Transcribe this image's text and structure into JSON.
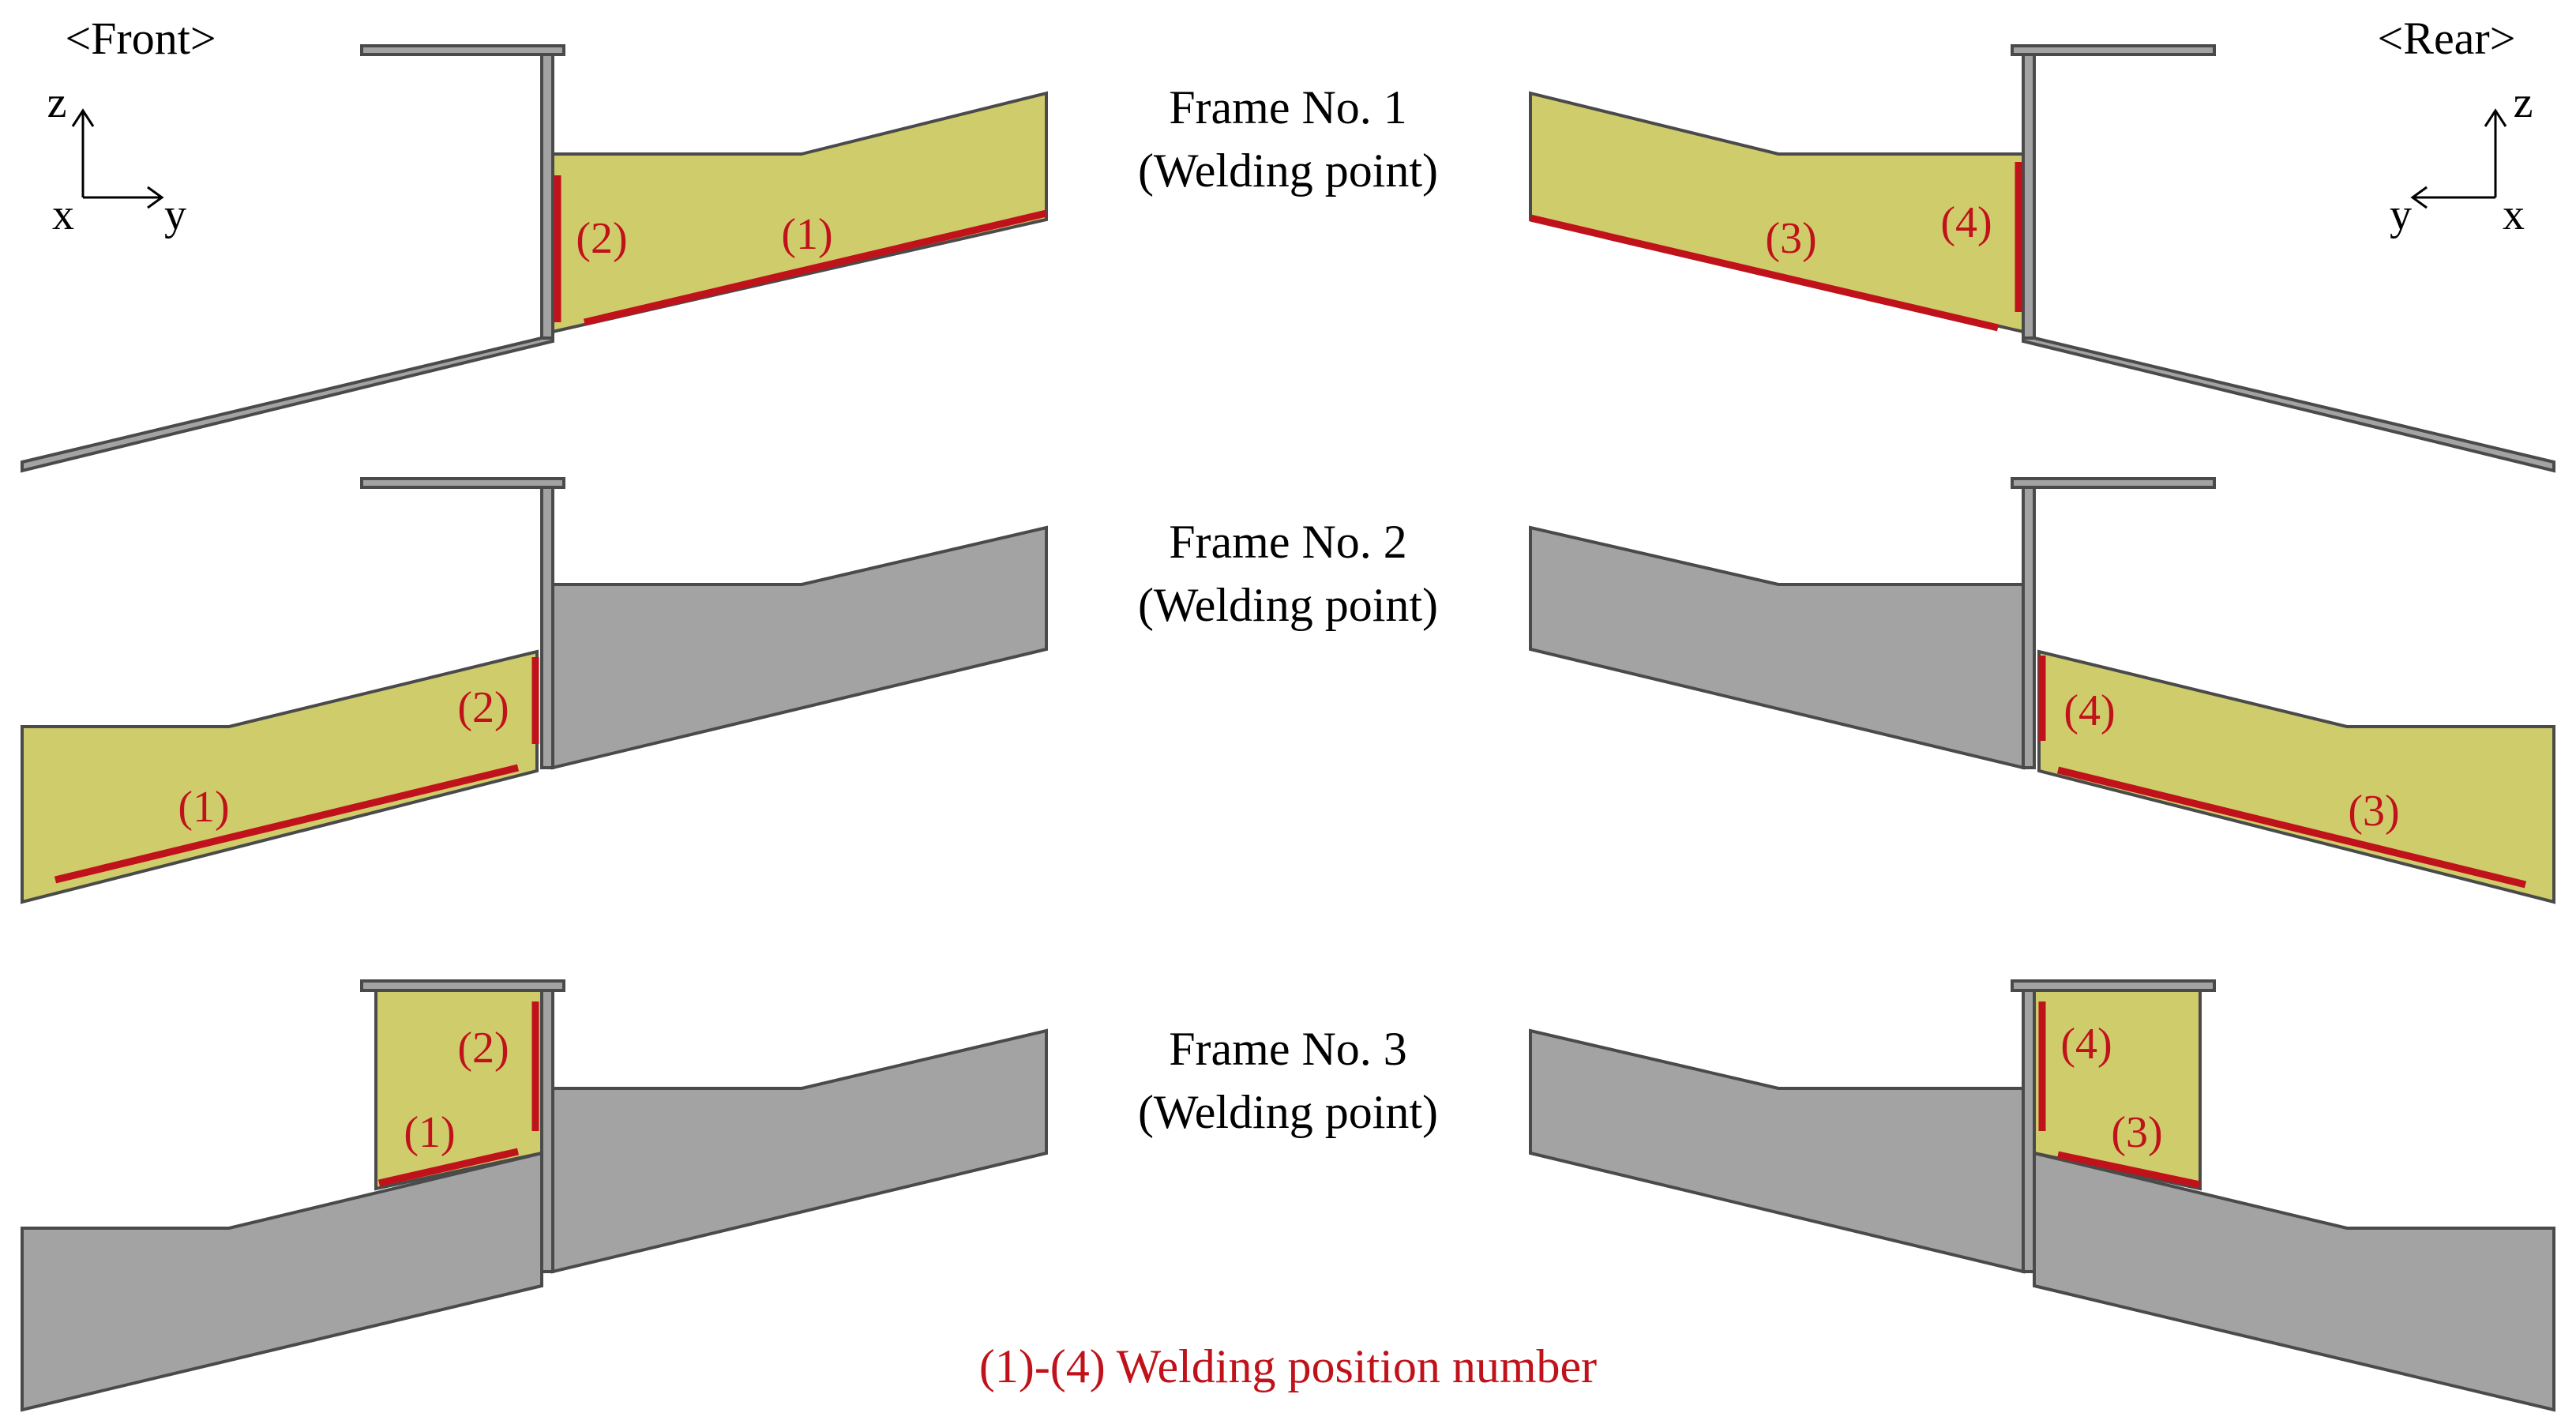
{
  "views": {
    "front": "<Front>",
    "rear": "<Rear>"
  },
  "axes": {
    "front": {
      "z": "z",
      "x": "x",
      "y": "y"
    },
    "rear": {
      "z": "z",
      "x": "x",
      "y": "y"
    }
  },
  "frames": [
    {
      "title": "Frame No. 1",
      "subtitle": "(Welding point)"
    },
    {
      "title": "Frame No. 2",
      "subtitle": "(Welding point)"
    },
    {
      "title": "Frame No. 3",
      "subtitle": "(Welding point)"
    }
  ],
  "weld_labels": [
    "(1)",
    "(2)",
    "(3)",
    "(4)"
  ],
  "legend": "(1)-(4) Welding position number",
  "colors": {
    "gray_part": "#a3a3a3",
    "welded_part": "#cfcc6c",
    "weld_line": "#c0121a",
    "outline": "#4a4a4a"
  }
}
